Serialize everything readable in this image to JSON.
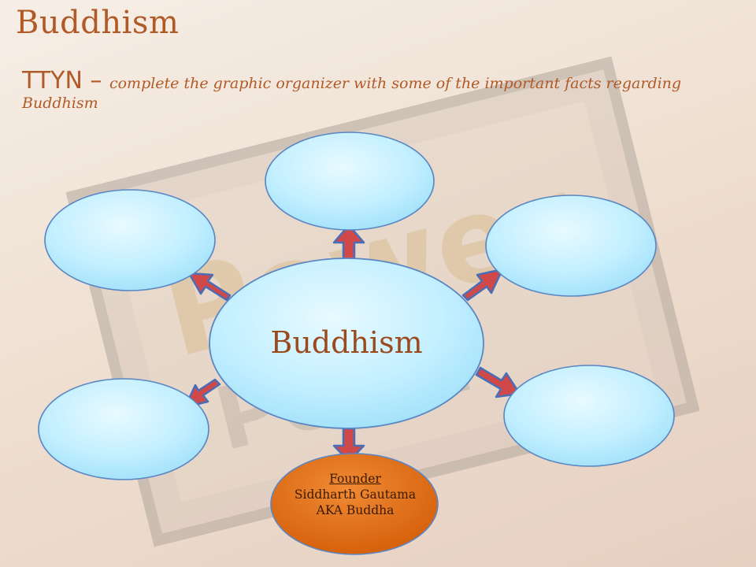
{
  "slide": {
    "title": "Buddhism",
    "instructions_lead": "TTYN – ",
    "instructions_rest": "complete the graphic organizer with some of the important facts regarding Buddhism"
  },
  "organizer": {
    "center_label": "Buddhism",
    "founder": {
      "heading": "Founder",
      "line1": "Siddharth Gautama",
      "line2": "AKA Buddha"
    },
    "colors": {
      "bubble_fill": "#bfefff",
      "bubble_stroke": "#5a86c4",
      "founder_fill": "#e56a0e",
      "arrow_fill": "#d04848",
      "arrow_stroke": "#4a6db8"
    }
  }
}
